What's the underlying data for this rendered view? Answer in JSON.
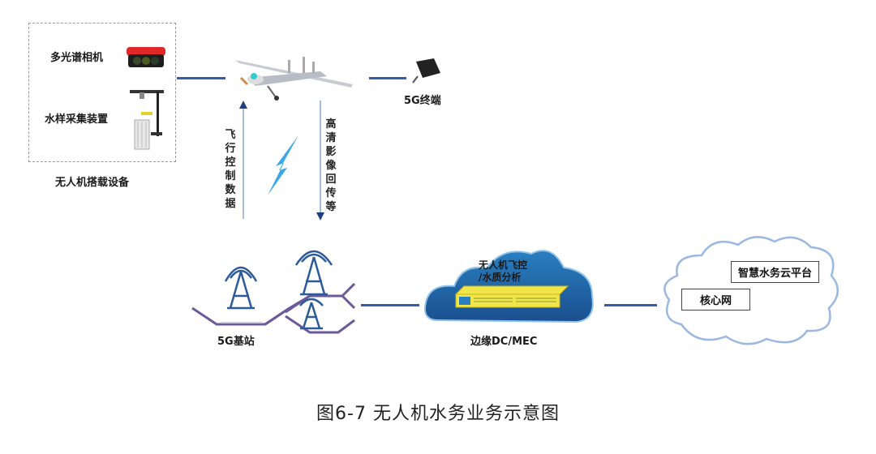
{
  "payload": {
    "group_label": "无人机搭载设备",
    "items": [
      {
        "label": "多光谱相机",
        "icon": "multispectral-camera"
      },
      {
        "label": "水样采集装置",
        "icon": "water-sampler"
      }
    ]
  },
  "drone": {
    "icon": "fixed-wing-drone"
  },
  "terminal": {
    "label": "5G终端",
    "icon": "5g-terminal-box"
  },
  "links": {
    "uplink": "飞行控制数据",
    "downlink": "高清影像回传等",
    "wireless_icon": "lightning-bolt"
  },
  "base_station": {
    "label": "5G基站",
    "icon": "signal-tower"
  },
  "edge": {
    "label": "边缘DC/MEC",
    "inner_text_line1": "无人机飞控",
    "inner_text_line2": "/水质分析",
    "icon": "server-rack"
  },
  "core": {
    "core_label": "核心网",
    "platform_label": "智慧水务云平台"
  },
  "caption": "图6-7  无人机水务业务示意图",
  "colors": {
    "connector": "#2f5fa8",
    "tower": "#2d5b9a",
    "hex_outline": "#6a5a9a",
    "edge_cloud_top": "#2a7fc0",
    "edge_cloud_bottom": "#1a4f8f",
    "server": "#f0e64a",
    "core_cloud_outline": "#9ab8e0",
    "bolt": "#3aa8e8"
  }
}
